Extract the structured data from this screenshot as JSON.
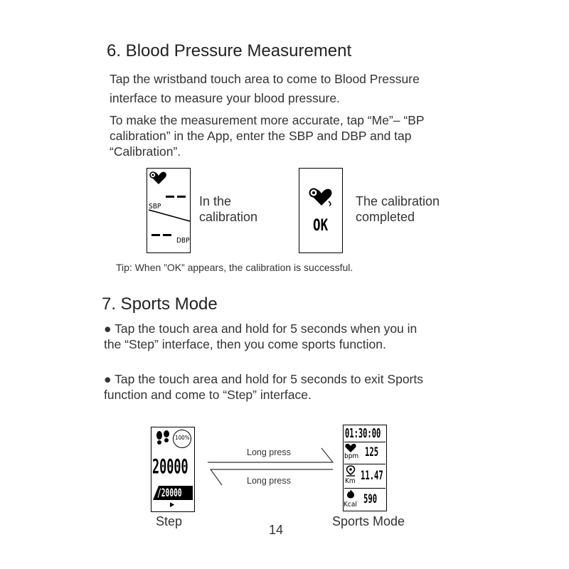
{
  "bp": {
    "heading": "6. Blood Pressure Measurement",
    "para1_line1": "Tap the wristband touch area to come to Blood Pressure",
    "para1_line2": "interface to measure your blood pressure.",
    "para2_line1": "To make the measurement more accurate, tap “Me”– “BP",
    "para2_line2": "calibration” in the App, enter the SBP and DBP and tap",
    "para2_line3": "“Calibration”.",
    "screen1": {
      "sbp": "SBP",
      "dbp": "DBP"
    },
    "caption1_line1": "In the",
    "caption1_line2": "calibration",
    "screen2": {
      "ok": "OK"
    },
    "caption2_line1": "The calibration",
    "caption2_line2": "completed",
    "tip": "Tip: When ”OK” appears, the calibration is successful."
  },
  "sports": {
    "heading": "7. Sports Mode",
    "bullet1_line1": "● Tap the touch area and hold for 5 seconds when you in",
    "bullet1_line2": "the “Step” interface, then you come sports function.",
    "bullet2_line1": "● Tap the touch area and hold for 5 seconds to exit Sports",
    "bullet2_line2": "function and come to “Step” interface.",
    "step_screen": {
      "percent": "100%",
      "steps": "20000",
      "goal": "/20000",
      "arrow": "▶"
    },
    "long_press_top": "Long press",
    "long_press_bottom": "Long press",
    "sports_screen": {
      "time": "01:30:00",
      "bpm_label": "bpm",
      "bpm_value": "125",
      "km_label": "Km",
      "km_value": "11.47",
      "kcal_label": "Kcal",
      "kcal_value": "590"
    },
    "step_caption": "Step",
    "sports_caption": "Sports Mode"
  },
  "page_number": "14"
}
